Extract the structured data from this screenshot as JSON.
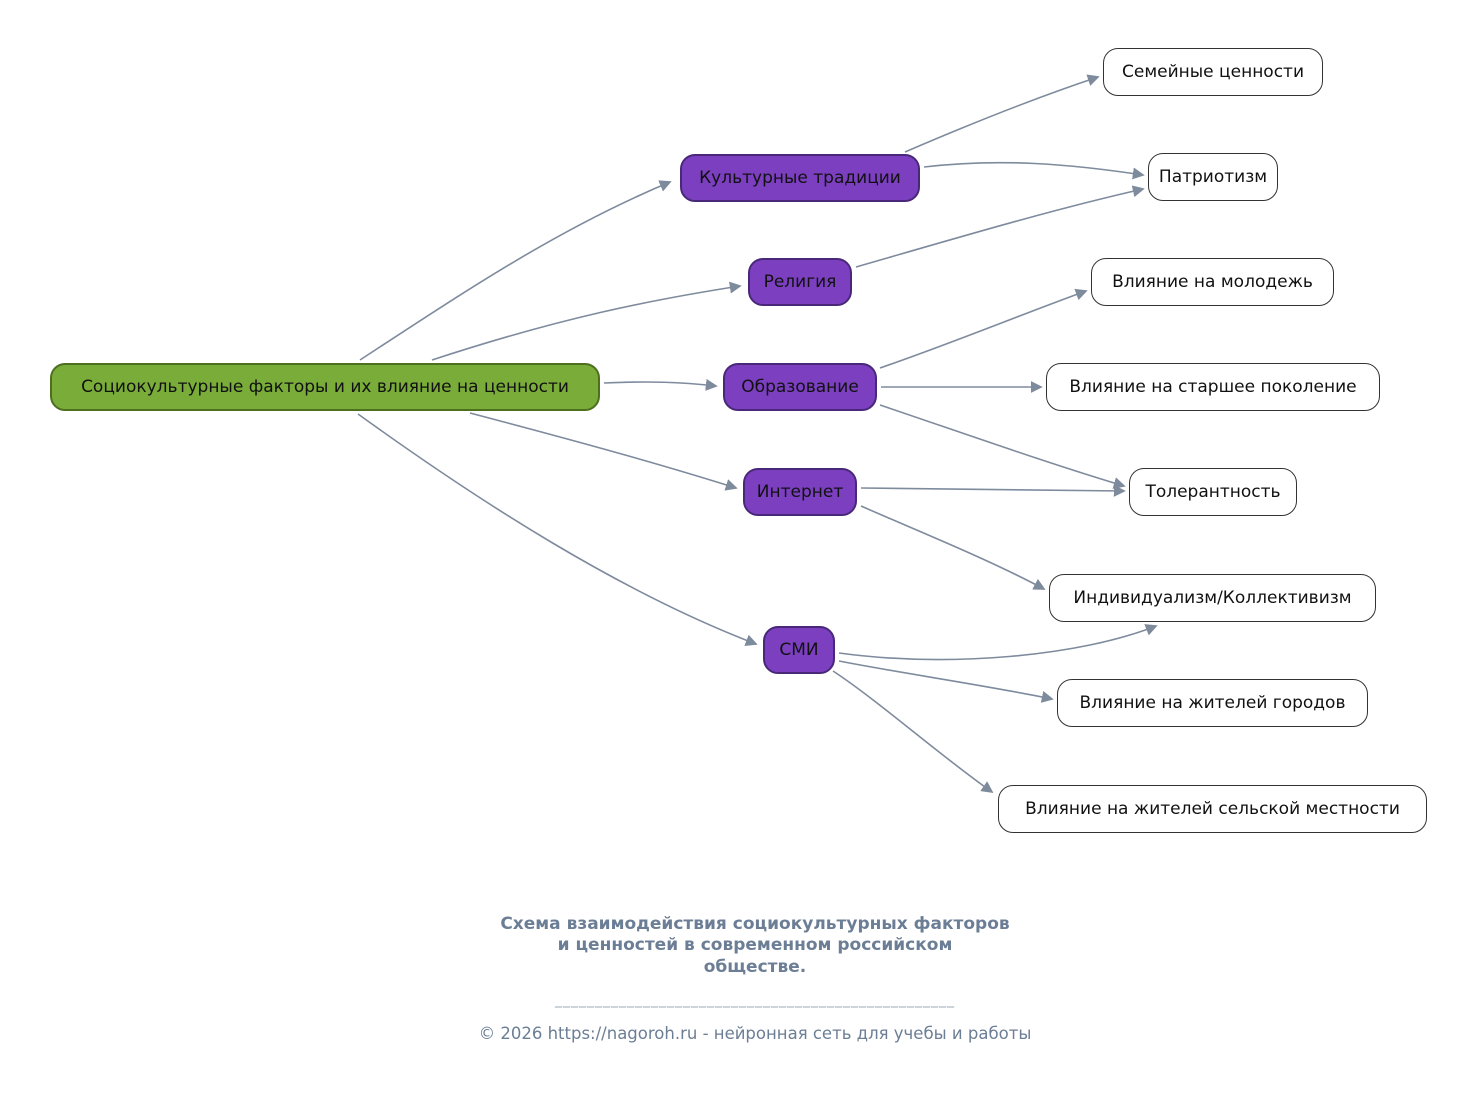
{
  "diagram": {
    "nodes": {
      "root": {
        "label": "Социокультурные факторы и их влияние на ценности"
      },
      "cultural": {
        "label": "Культурные традиции"
      },
      "religion": {
        "label": "Религия"
      },
      "education": {
        "label": "Образование"
      },
      "internet": {
        "label": "Интернет"
      },
      "smi": {
        "label": "СМИ"
      },
      "family": {
        "label": "Семейные ценности"
      },
      "patriotism": {
        "label": "Патриотизм"
      },
      "youth": {
        "label": "Влияние на молодежь"
      },
      "older": {
        "label": "Влияние на старшее поколение"
      },
      "tolerance": {
        "label": "Толерантность"
      },
      "individualism": {
        "label": "Индивидуализм/Коллективизм"
      },
      "city": {
        "label": "Влияние на жителей городов"
      },
      "rural": {
        "label": "Влияние на жителей сельской местности"
      }
    },
    "edges": [
      [
        "root",
        "cultural"
      ],
      [
        "root",
        "religion"
      ],
      [
        "root",
        "education"
      ],
      [
        "root",
        "internet"
      ],
      [
        "root",
        "smi"
      ],
      [
        "cultural",
        "family"
      ],
      [
        "cultural",
        "patriotism"
      ],
      [
        "religion",
        "patriotism"
      ],
      [
        "education",
        "youth"
      ],
      [
        "education",
        "older"
      ],
      [
        "education",
        "tolerance"
      ],
      [
        "internet",
        "tolerance"
      ],
      [
        "internet",
        "individualism"
      ],
      [
        "smi",
        "individualism"
      ],
      [
        "smi",
        "city"
      ],
      [
        "smi",
        "rural"
      ]
    ],
    "colors": {
      "root_fill": "#7aac39",
      "root_border": "#4d6f1e",
      "factor_fill": "#7b3fc0",
      "factor_border": "#49287a",
      "value_fill": "#ffffff",
      "value_border": "#333333",
      "edge": "#7e8b9d"
    }
  },
  "footer": {
    "caption": "Схема взаимодействия социокультурных факторов\nи ценностей в современном российском\nобществе.",
    "divider": "__________________________________________________",
    "copyright": "© 2026 https://nagoroh.ru - нейронная сеть для учебы и работы"
  }
}
